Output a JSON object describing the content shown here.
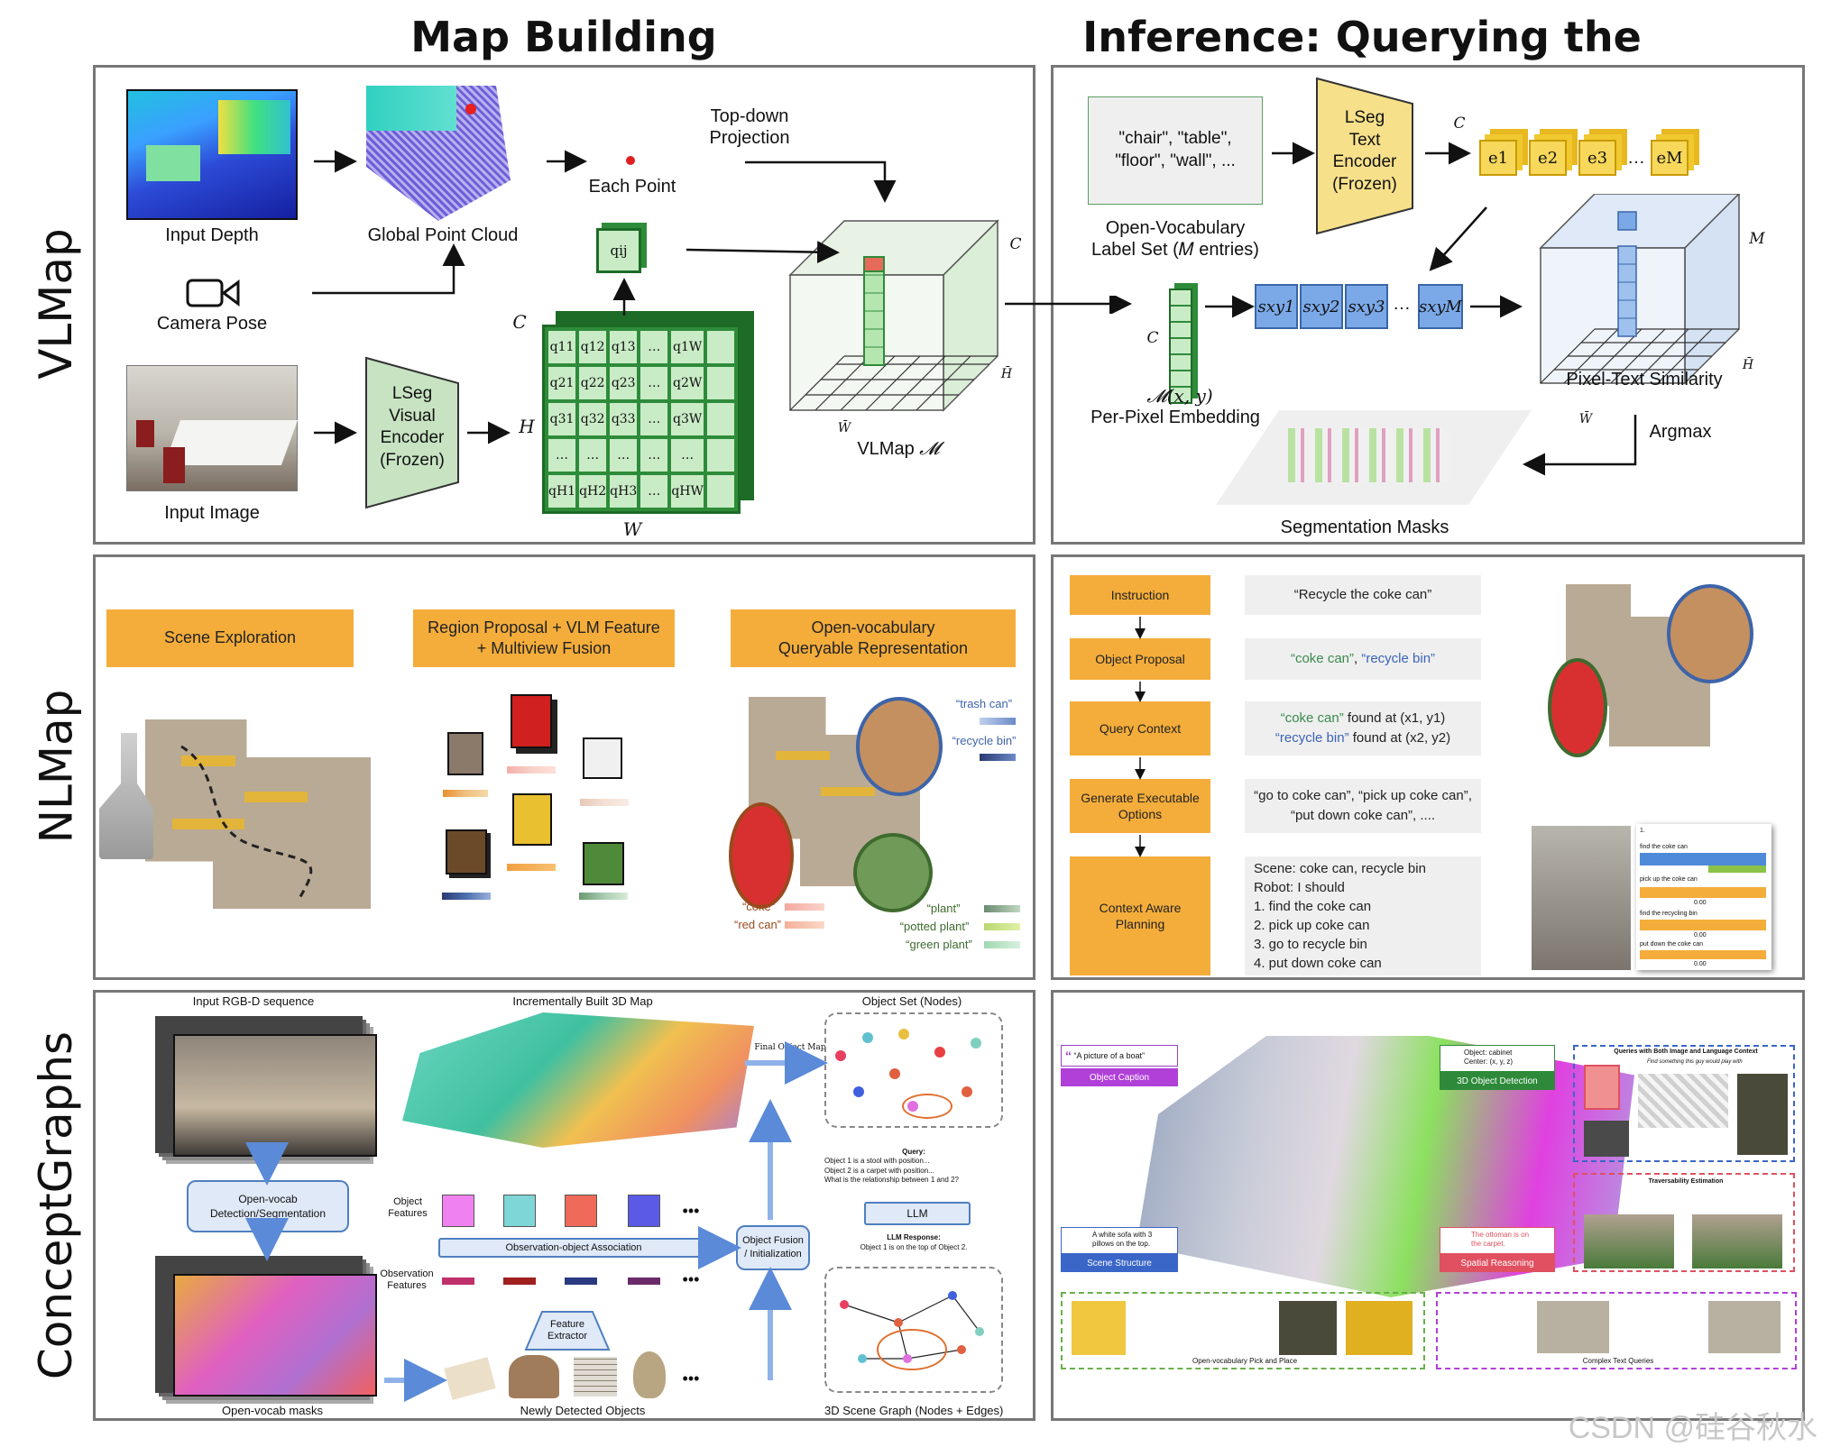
{
  "headers": {
    "map_building": "Map Building",
    "inference": "Inference: Querying the map"
  },
  "rows": {
    "vlmap": "VLMap",
    "nlmap": "NLMap",
    "conceptgraphs": "ConceptGraphs"
  },
  "vlmap_build": {
    "input_depth": "Input Depth",
    "global_point_cloud": "Global Point Cloud",
    "each_point": "Each Point",
    "top_down": "Top-down",
    "projection": "Projection",
    "camera_pose": "Camera Pose",
    "input_image": "Input Image",
    "encoder": [
      "LSeg",
      "Visual",
      "Encoder",
      "(Frozen)"
    ],
    "grid_cells": [
      "q11",
      "q12",
      "q13",
      "…",
      "q1W",
      "q21",
      "q22",
      "q23",
      "…",
      "q2W",
      "q31",
      "q32",
      "q33",
      "…",
      "q3W",
      "…",
      "…",
      "…",
      "…",
      "…",
      "qH1",
      "qH2",
      "qH3",
      "…",
      "qHW"
    ],
    "c_label": "C",
    "h_label": "H",
    "w_label": "W",
    "qij": "qij",
    "vlmap_label": "VLMap",
    "vlmap_symbol": "𝓜",
    "c_cube": "C",
    "h_cube": "H̄",
    "w_cube": "W̄"
  },
  "vlmap_infer": {
    "label_set_text": [
      "\"chair\", \"table\",",
      "\"floor\", \"wall\", ..."
    ],
    "label_set_caption": [
      "Open-Vocabulary",
      "Label Set (𝑀 entries)"
    ],
    "text_encoder": [
      "LSeg",
      "Text",
      "Encoder",
      "(Frozen)"
    ],
    "embeddings": [
      "e1",
      "e2",
      "e3",
      "…",
      "eM"
    ],
    "c_label": "C",
    "sims": [
      "sxy1",
      "sxy2",
      "sxy3",
      "…",
      "sxyM"
    ],
    "m_label": "M",
    "per_pixel_symbol": "𝓜(x, y)",
    "per_pixel": "Per-Pixel Embedding",
    "pixel_text": "Pixel-Text Similarity",
    "h_cube": "H̄",
    "w_cube": "W̄",
    "argmax": "Argmax",
    "seg_masks": "Segmentation Masks"
  },
  "nlmap_build": {
    "boxes": [
      "Scene Exploration",
      "Region Proposal + VLM Feature\n+ Multiview Fusion",
      "Open-vocabulary\nQueryable Representation"
    ],
    "labels_top": [
      "“trash can”",
      "“recycle bin”"
    ],
    "labels_left": [
      "“coke”",
      "“red can”"
    ],
    "labels_right": [
      "“plant”",
      "“potted plant”",
      "“green plant”"
    ]
  },
  "nlmap_infer": {
    "steps": [
      "Instruction",
      "Object Proposal",
      "Query Context",
      "Generate Executable\nOptions",
      "Context Aware\nPlanning"
    ],
    "instruction": "“Recycle the coke can”",
    "proposal_a": "“coke can”",
    "proposal_b": "“recycle bin”",
    "ctx_1a": "“coke can”",
    "ctx_1b": " found at (x1, y1)",
    "ctx_2a": "“recycle bin”",
    "ctx_2b": " found at (x2, y2)",
    "options": [
      "“go to coke can”, “pick up coke can”,",
      "“put down coke can”, ...."
    ],
    "plan": [
      "Scene: coke can, recycle bin",
      "Robot: I should",
      "1.   find the coke can",
      "2.   pick up coke can",
      "3.   go to recycle bin",
      "4.   put down coke can"
    ],
    "robot_panel": [
      "1.",
      "find the coke can",
      "pick up the coke can",
      "find the recycling bin",
      "put down the coke can",
      "0.00",
      "0.00",
      "0.00"
    ]
  },
  "cg_build": {
    "rgbd": "Input RGB-D sequence",
    "incremental": "Incrementally Built 3D Map",
    "object_set": "Object Set (Nodes)",
    "final_object_map": "Final Object Map",
    "detseg": [
      "Open-vocab",
      "Detection/Segmentation"
    ],
    "object_features": [
      "Object",
      "Features"
    ],
    "observation_features": [
      "Observation",
      "Features"
    ],
    "association": "Observation-object Association",
    "fusion": [
      "Object Fusion",
      "/ Initialization"
    ],
    "query_title": "Query:",
    "query_lines": [
      "Object 1 is a stool with position...",
      "Object 2 is a carpet with position...",
      "What is the relationship between 1 and 2?"
    ],
    "llm": "LLM",
    "llm_response": "LLM Response:",
    "llm_text": "Object 1 is on the top of Object 2.",
    "feature_extractor": [
      "Feature",
      "Extractor"
    ],
    "masks": "Open-vocab masks",
    "new_objects": "Newly Detected Objects",
    "scene_graph": "3D Scene Graph (Nodes + Edges)",
    "dots": "•••"
  },
  "cg_infer": {
    "caption_quote": "“A picture of a boat”",
    "caption_bar": "Object Caption",
    "detection_text": [
      "Object: cabinet",
      "Center: (x, y, z)"
    ],
    "detection_bar": "3D Object Detection",
    "structure_text": [
      "A white sofa with 3",
      "pillows on the top."
    ],
    "structure_bar": "Scene Structure",
    "spatial_text": [
      "The ottoman is on",
      "the carpet."
    ],
    "spatial_bar": "Spatial Reasoning",
    "queries_title": "Queries with Both Image and Language Context",
    "queries_sub": "Find something this guy would play with",
    "trav_title": "Traversability Estimation",
    "pick_place": "Open-vocabulary Pick and Place",
    "complex_queries": "Complex Text Queries"
  },
  "watermark": "CSDN @硅谷秋水"
}
